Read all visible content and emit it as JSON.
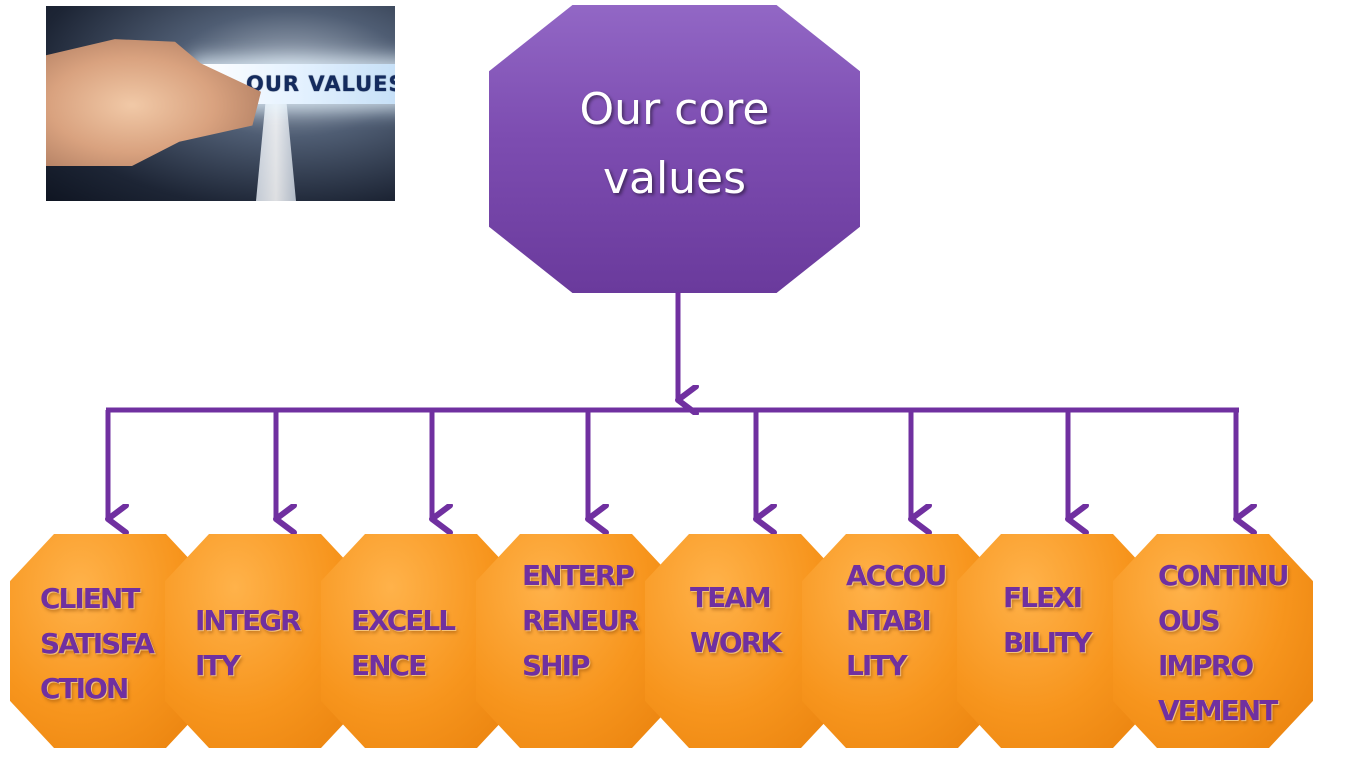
{
  "photo": {
    "card_text": "OUR VALUES"
  },
  "core": {
    "title": "Our core values"
  },
  "values": [
    {
      "label": "CLIENT SATISFACTION",
      "display": "CLIENT\nSATISFA\nCTION"
    },
    {
      "label": "INTEGRITY",
      "display": "INTEGR\nITY"
    },
    {
      "label": "EXCELLENCE",
      "display": "EXCELL\nENCE"
    },
    {
      "label": "ENTERPRENEURSHIP",
      "display": "ENTERP\nRENEUR\nSHIP"
    },
    {
      "label": "TEAM WORK",
      "display": "TEAM\nWORK"
    },
    {
      "label": "ACCOUNTABILITY",
      "display": "ACCOU\nNTABI\nLITY"
    },
    {
      "label": "FLEXIBILITY",
      "display": "FLEXI\nBILITY"
    },
    {
      "label": "CONTINUOUS IMPROVEMENT",
      "display": "CONTINU\nOUS\nIMPRO\nVEMENT"
    }
  ],
  "colors": {
    "core_fill": "#7d4db1",
    "value_fill": "#f7951d",
    "value_text": "#7030a0",
    "connector": "#7030a0"
  }
}
